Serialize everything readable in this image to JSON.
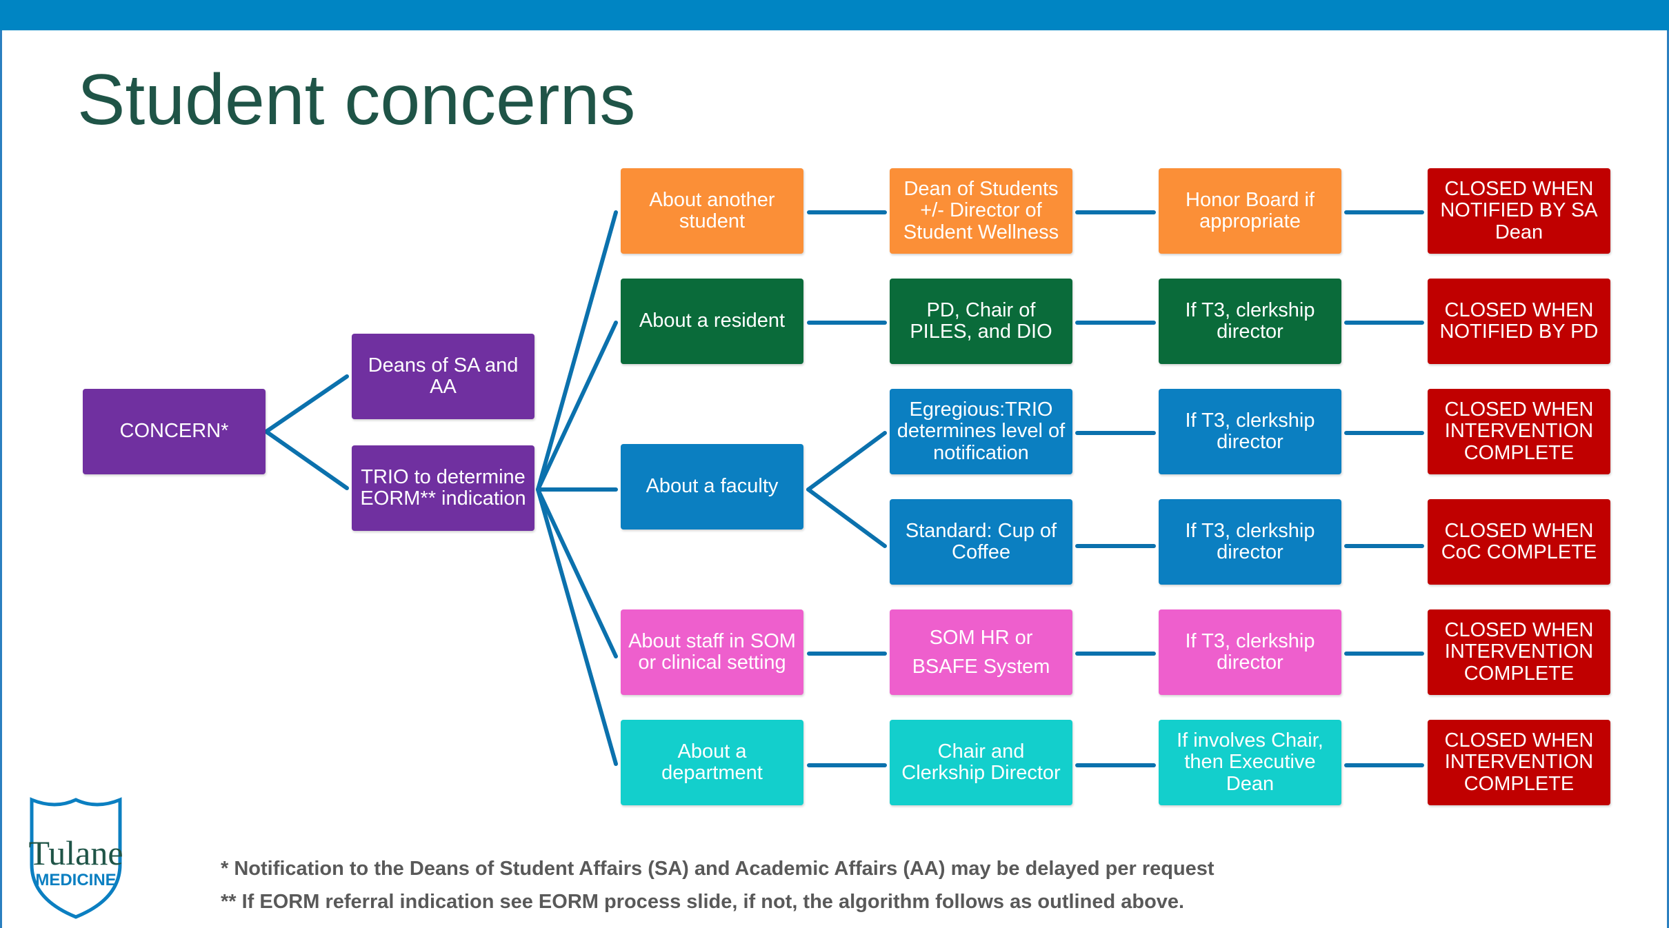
{
  "title": "Student concerns",
  "colors": {
    "header_bar": "#0085c3",
    "title_text": "#1f5447",
    "connector": "#0b71ad",
    "purple": "#7030a0",
    "orange": "#fb8f37",
    "green": "#0a6b3a",
    "blue": "#0b7fc1",
    "pink": "#ee5fcd",
    "teal": "#13cfcc",
    "red": "#c00000"
  },
  "nodes": {
    "concern": "CONCERN*",
    "deans": "Deans of SA and AA",
    "trio": "TRIO to determine EORM** indication",
    "rows": [
      {
        "category": "About another student",
        "handler": "Dean of Students +/- Director of Student Wellness",
        "next": "Honor Board if appropriate",
        "closure": "CLOSED WHEN NOTIFIED BY SA Dean"
      },
      {
        "category": "About a resident",
        "handler": "PD, Chair of PILES, and DIO",
        "next": "If T3, clerkship director",
        "closure": "CLOSED WHEN NOTIFIED BY PD"
      },
      {
        "category": "About a faculty",
        "handler": "Egregious:TRIO determines level of notification",
        "next": "If T3, clerkship director",
        "closure": "CLOSED WHEN INTERVENTION COMPLETE"
      },
      {
        "handler": "Standard: Cup  of Coffee",
        "next": "If T3, clerkship director",
        "closure": "CLOSED WHEN CoC COMPLETE"
      },
      {
        "category": "About staff in SOM or clinical setting",
        "handler": "SOM HR or\nBSAFE System",
        "next": "If T3, clerkship director",
        "closure": "CLOSED WHEN INTERVENTION COMPLETE"
      },
      {
        "category": "About a department",
        "handler": "Chair and Clerkship Director",
        "next": "If involves Chair, then Executive Dean",
        "closure": "CLOSED WHEN INTERVENTION COMPLETE"
      }
    ]
  },
  "logo": {
    "line1": "Tulane",
    "line2": "MEDICINE",
    "icon": "shield-icon"
  },
  "footnotes": [
    "* Notification to the Deans of Student Affairs (SA) and Academic Affairs (AA) may be delayed per request",
    "** If EORM referral indication see EORM process slide, if not, the algorithm follows as outlined above."
  ]
}
